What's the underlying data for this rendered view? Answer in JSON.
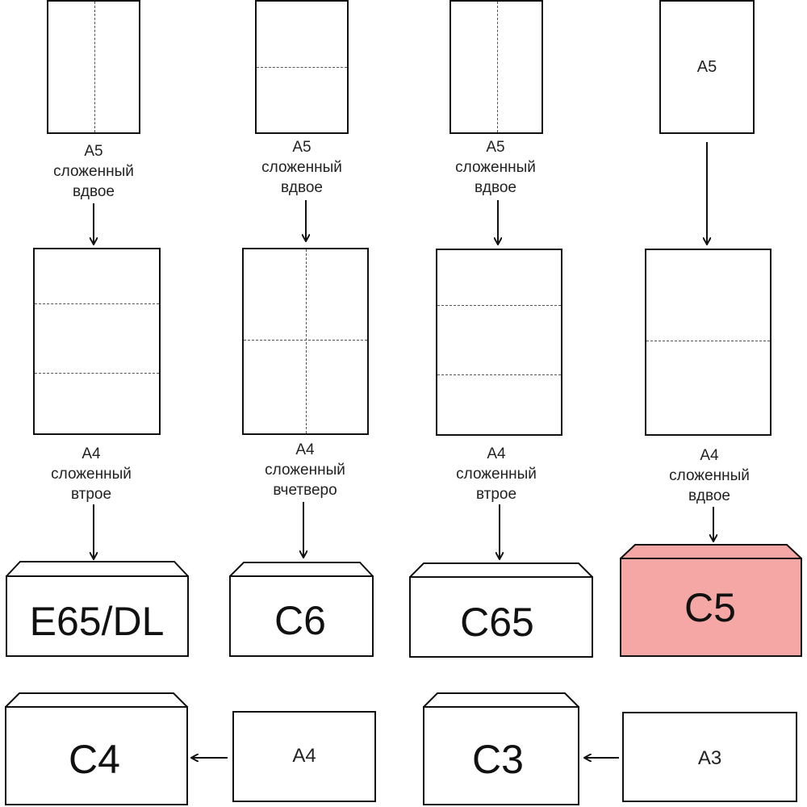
{
  "columns": [
    {
      "top_sheet": {
        "folds": "vertical",
        "label": ""
      },
      "top_caption": [
        "A5",
        "сложенный",
        "вдвое"
      ],
      "mid_sheet": {
        "folds": "two-horizontal"
      },
      "mid_caption": [
        "A4",
        "сложенный",
        "втрое"
      ],
      "envelope": {
        "label": "E65/DL",
        "fill": "#ffffff",
        "highlight": false
      }
    },
    {
      "top_sheet": {
        "folds": "horizontal",
        "label": ""
      },
      "top_caption": [
        "A5",
        "сложенный",
        "вдвое"
      ],
      "mid_sheet": {
        "folds": "cross"
      },
      "mid_caption": [
        "A4",
        "сложенный",
        "вчетверо"
      ],
      "envelope": {
        "label": "C6",
        "fill": "#ffffff",
        "highlight": false
      }
    },
    {
      "top_sheet": {
        "folds": "vertical",
        "label": ""
      },
      "top_caption": [
        "A5",
        "сложенный",
        "вдвое"
      ],
      "mid_sheet": {
        "folds": "two-horizontal"
      },
      "mid_caption": [
        "A4",
        "сложенный",
        "втрое"
      ],
      "envelope": {
        "label": "C65",
        "fill": "#ffffff",
        "highlight": false
      }
    },
    {
      "top_sheet": {
        "folds": "none",
        "label": "A5"
      },
      "top_caption": [],
      "mid_sheet": {
        "folds": "one-horizontal"
      },
      "mid_caption": [
        "A4",
        "сложенный",
        "вдвое"
      ],
      "envelope": {
        "label": "C5",
        "fill": "#f4a7a4",
        "highlight": true
      }
    }
  ],
  "bottom_row": [
    {
      "envelope_label": "C4",
      "sheet_label": "A4"
    },
    {
      "envelope_label": "C3",
      "sheet_label": "A3"
    }
  ],
  "colors": {
    "stroke": "#111111",
    "fold": "#555555",
    "highlight": "#f4a7a4"
  },
  "icons": {
    "arrow": "arrow-icon"
  }
}
